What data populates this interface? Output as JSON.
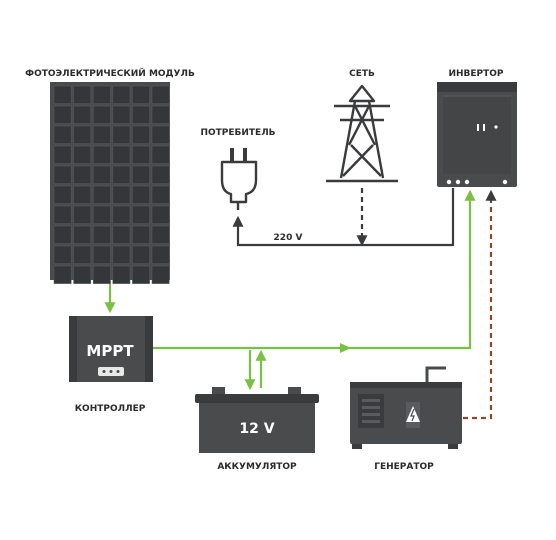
{
  "labels": {
    "solar_module": "ФОТОЭЛЕКТРИЧЕСКИЙ МОДУЛЬ",
    "grid": "СЕТЬ",
    "inverter": "ИНВЕРТОР",
    "consumer": "ПОТРЕБИТЕЛЬ",
    "voltage": "220 V",
    "mppt": "MPPT",
    "controller": "КОНТРОЛЛЕР",
    "battery_voltage": "12 V",
    "battery": "АККУМУЛЯТОР",
    "generator": "ГЕНЕРАТОР"
  },
  "colors": {
    "device": "#4a4b4d",
    "device_dark": "#3a3b3d",
    "solar_cell": "#34363a",
    "dc_line": "#7ac143",
    "ac_line": "#3a3b3d",
    "label": "#2b2b2b"
  },
  "icons": {
    "solar_module": "solar-panel-icon",
    "grid": "power-tower-icon",
    "inverter": "inverter-icon",
    "consumer": "plug-icon",
    "controller": "mppt-controller-icon",
    "battery": "battery-icon",
    "generator": "generator-icon"
  }
}
